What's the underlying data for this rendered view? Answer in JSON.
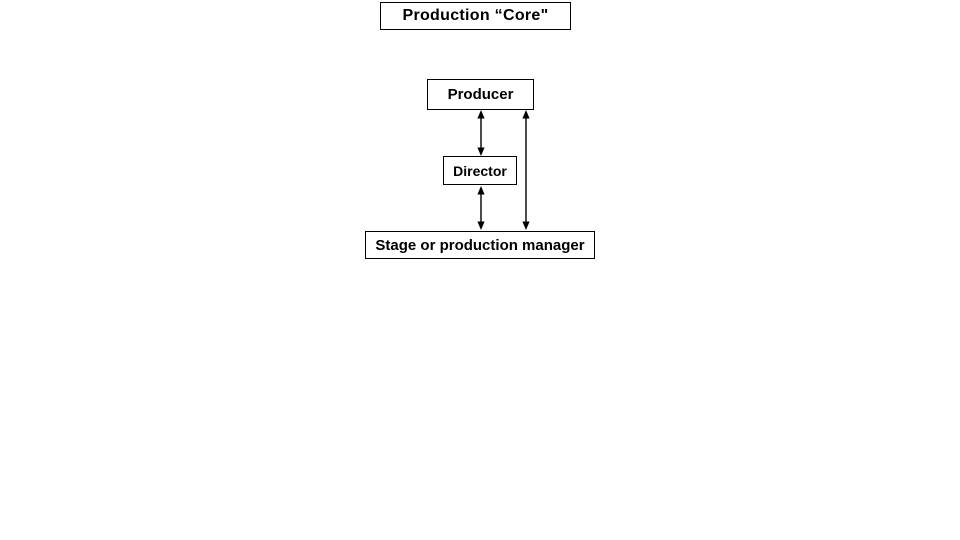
{
  "diagram": {
    "title_box": {
      "label": "Production “Core\""
    },
    "nodes": {
      "producer": {
        "label": "Producer"
      },
      "director": {
        "label": "Director"
      },
      "stage_manager": {
        "label": "Stage or production manager"
      }
    },
    "edges": [
      {
        "from": "Producer",
        "to": "Director",
        "style": "double-headed-arrow"
      },
      {
        "from": "Director",
        "to": "Stage or production manager",
        "style": "double-headed-arrow"
      },
      {
        "from": "Producer",
        "to": "Stage or production manager",
        "style": "double-headed-arrow"
      }
    ],
    "colors": {
      "background": "#ffffff",
      "line": "#000000",
      "box_fill": "#ffffff",
      "text": "#000000"
    }
  }
}
